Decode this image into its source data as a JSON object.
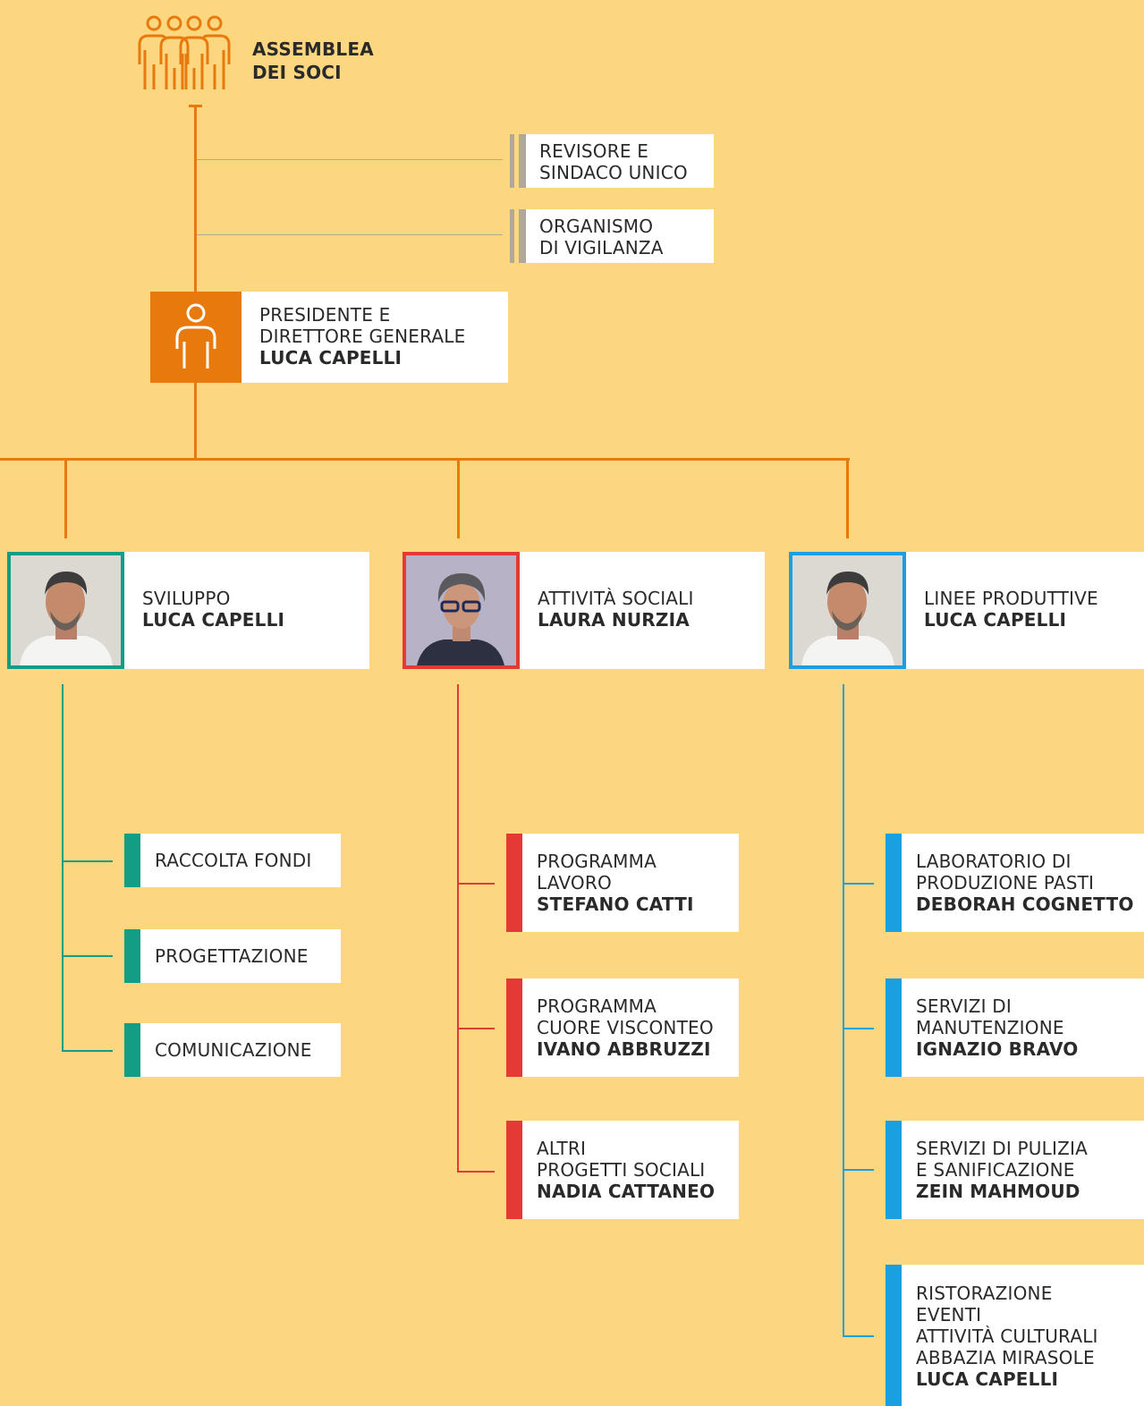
{
  "assembly": {
    "line1": "ASSEMBLEA",
    "line2": "DEI SOCI",
    "icon": "people-group-icon"
  },
  "control_bodies": [
    {
      "line1": "REVISORE E",
      "line2": "SINDACO UNICO"
    },
    {
      "line1": "ORGANISMO",
      "line2": "DI VIGILANZA"
    }
  ],
  "president": {
    "line1": "PRESIDENTE E",
    "line2": "DIRETTORE GENERALE",
    "name": "LUCA CAPELLI",
    "icon": "person-icon"
  },
  "areas": [
    {
      "title": "SVILUPPO",
      "name": "LUCA CAPELLI",
      "color": "#129d85"
    },
    {
      "title": "ATTIVITÀ SOCIALI",
      "name": "LAURA NURZIA",
      "color": "#e53935"
    },
    {
      "title": "LINEE PRODUTTIVE",
      "name": "LUCA CAPELLI",
      "color": "#1a9fe0"
    }
  ],
  "sviluppo_units": [
    {
      "label": "RACCOLTA FONDI"
    },
    {
      "label": "PROGETTAZIONE"
    },
    {
      "label": "COMUNICAZIONE"
    }
  ],
  "sociali_units": [
    {
      "line1": "PROGRAMMA",
      "line2": "LAVORO",
      "name": "STEFANO CATTI"
    },
    {
      "line1": "PROGRAMMA",
      "line2": "CUORE VISCONTEO",
      "name": "IVANO ABBRUZZI"
    },
    {
      "line1": "ALTRI",
      "line2": "PROGETTI SOCIALI",
      "name": "NADIA CATTANEO"
    }
  ],
  "produttive_units": [
    {
      "line1": "LABORATORIO DI",
      "line2": "PRODUZIONE PASTI",
      "name": "DEBORAH COGNETTO"
    },
    {
      "line1": "SERVIZI DI",
      "line2": "MANUTENZIONE",
      "name": "IGNAZIO BRAVO"
    },
    {
      "line1": "SERVIZI DI PULIZIA",
      "line2": "E SANIFICAZIONE",
      "name": "ZEIN MAHMOUD"
    },
    {
      "line1": "RISTORAZIONE",
      "line2": "EVENTI",
      "line3": "ATTIVITÀ CULTURALI",
      "line4": "ABBAZIA MIRASOLE",
      "name": "LUCA CAPELLI"
    }
  ],
  "colors": {
    "background": "#fdd780",
    "orange": "#e87a0d",
    "grey": "#b0a89a"
  }
}
